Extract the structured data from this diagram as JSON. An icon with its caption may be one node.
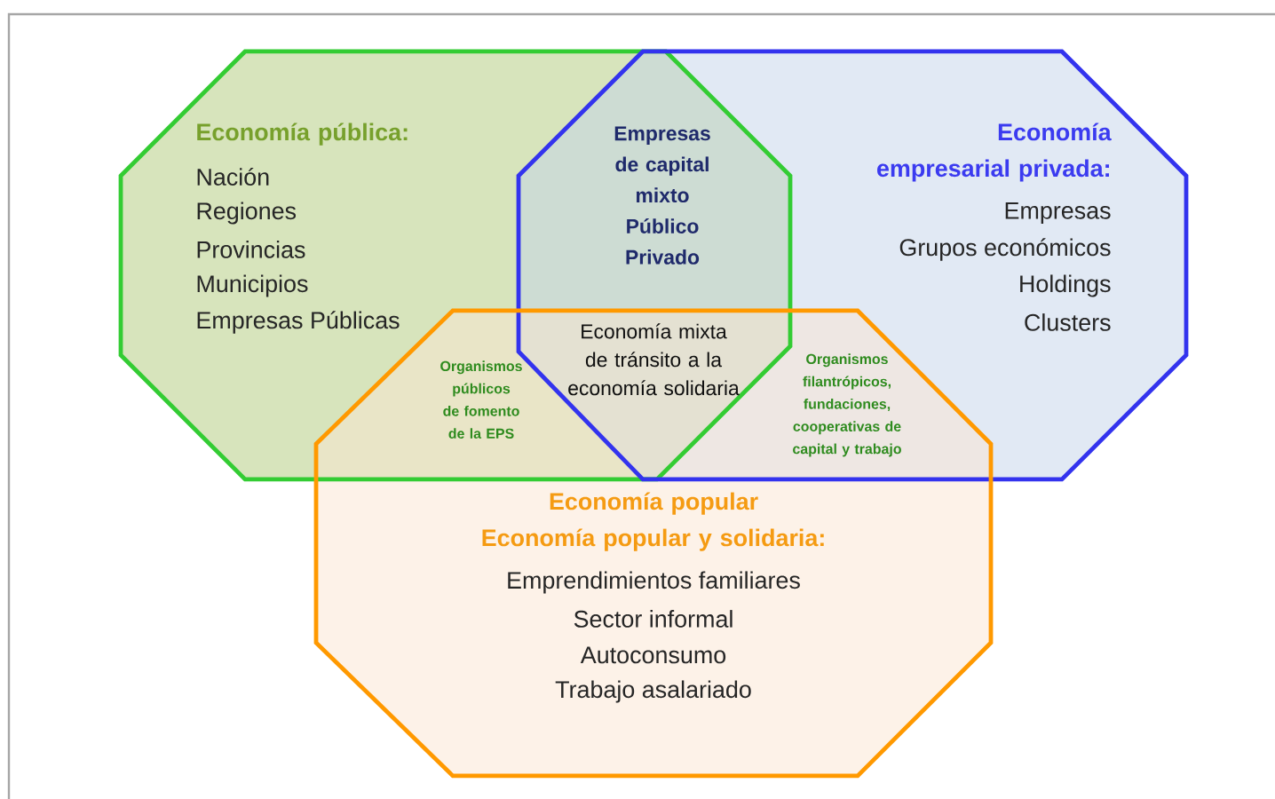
{
  "diagram": {
    "nodes": [
      {
        "text": [
          "Economía pública:",
          "Nación",
          "Regiones",
          "Provincias",
          "Municipios",
          "Empresas Públicas"
        ]
      },
      {
        "text": [
          "Economía empresarial privada:",
          "Empresas",
          "Grupos económicos",
          "Holdings",
          "Clusters"
        ]
      },
      {
        "text": [
          "Economía popular",
          "Economía popular y solidaria:",
          "Emprendimientos familiares",
          "Sector informal",
          "Autoconsumo",
          "Trabajo asalariado"
        ]
      }
    ],
    "labels": [
      "Empresas de capital mixto Público Privado",
      "Economía mixta de tránsito a la economía solidaria",
      "Organismos públicos de fomento de la EPS",
      "Organismos filantrópicos, fundaciones, cooperativas de capital y trabajo"
    ]
  }
}
